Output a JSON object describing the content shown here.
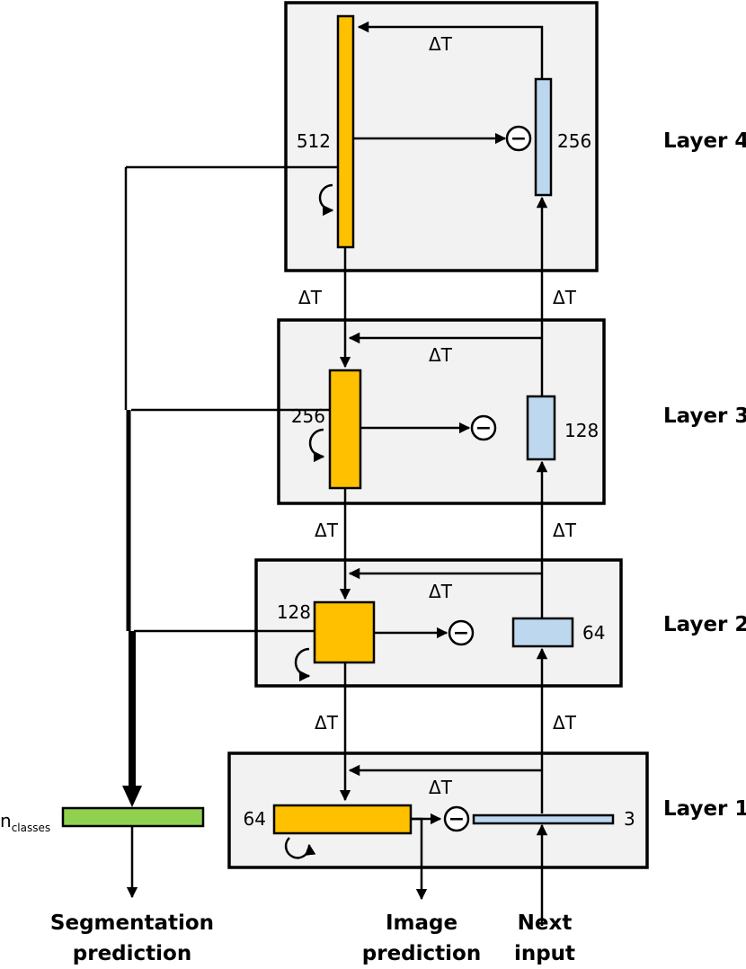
{
  "layers": [
    {
      "label": "Layer 4",
      "rep_size": "512",
      "err_size": "256"
    },
    {
      "label": "Layer 3",
      "rep_size": "256",
      "err_size": "128"
    },
    {
      "label": "Layer 2",
      "rep_size": "128",
      "err_size": "64"
    },
    {
      "label": "Layer 1",
      "rep_size": "64",
      "err_size": "3"
    }
  ],
  "delta_t": "ΔT",
  "minus_symbol": "−",
  "segmentation": {
    "n": "n",
    "n_sub": "classes",
    "line1": "Segmentation",
    "line2": "prediction"
  },
  "image_prediction": {
    "line1": "Image",
    "line2": "prediction"
  },
  "next_input": {
    "line1": "Next",
    "line2": "input"
  },
  "colors": {
    "representation": "#ffc000",
    "error": "#bdd7ee",
    "output": "#8fd14f",
    "layer_box": "#f2f2f2"
  }
}
